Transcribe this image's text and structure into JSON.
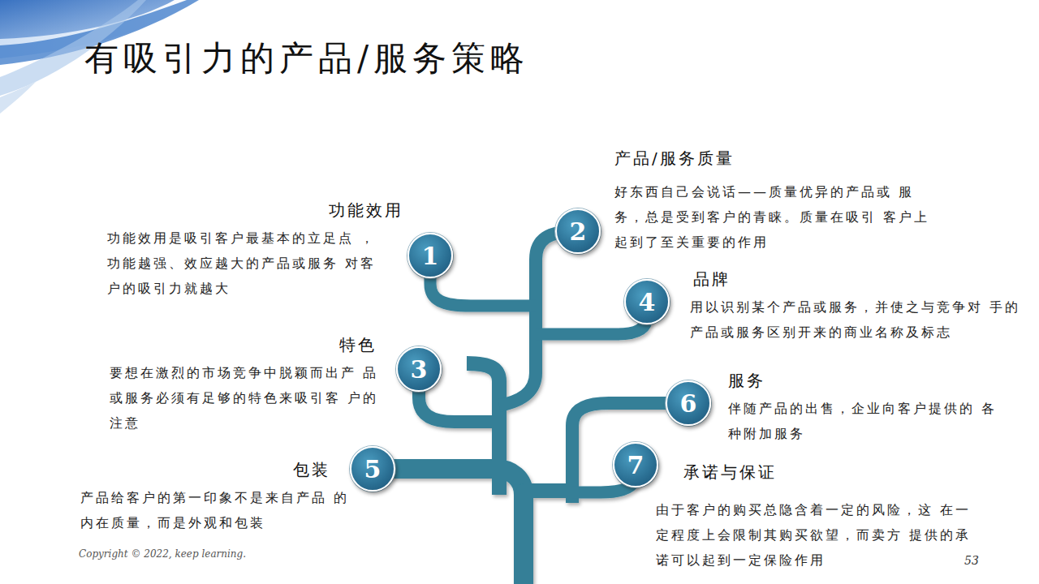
{
  "diagram": {
    "title": "有吸引力的产品/服务策略",
    "nodes": [
      {
        "text": [
          "1",
          "功能效用",
          "功能效用是吸引客户最基本的立足点 ，功能越强、效应越大的产品或服务 对客户的吸引力就越大"
        ]
      },
      {
        "text": [
          "2",
          "产品/服务质量",
          "好东西自己会说话——质量优异的产品或 服务，总是受到客户的青睐。质量在吸引 客户上起到了至关重要的作用"
        ]
      },
      {
        "text": [
          "3",
          "特色",
          "要想在激烈的市场竞争中脱颖而出产 品或服务必须有足够的特色来吸引客 户的注意"
        ]
      },
      {
        "text": [
          "4",
          "品牌",
          "用以识别某个产品或服务，并使之与竞争对 手的产品或服务区别开来的商业名称及标志"
        ]
      },
      {
        "text": [
          "5",
          "包装",
          "产品给客户的第一印象不是来自产品 的内在质量，而是外观和包装"
        ]
      },
      {
        "text": [
          "6",
          "服务",
          "伴随产品的出售，企业向客户提供的 各种附加服务"
        ]
      },
      {
        "text": [
          "7",
          "承诺与保证",
          "由于客户的购买总隐含着一定的风险，这 在一定程度上会限制其购买欲望，而卖方 提供的承诺可以起到一定保险作用"
        ]
      }
    ],
    "labels": [
      "Copyright © 2022, keep learning.",
      "53"
    ]
  }
}
